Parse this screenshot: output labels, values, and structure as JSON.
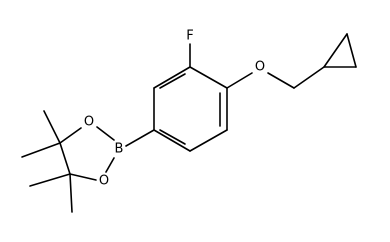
{
  "structure": {
    "atoms": {
      "fluorine": "F",
      "ether_oxygen": "O",
      "boron": "B",
      "ring_oxygen_top": "O",
      "ring_oxygen_bottom": "O"
    }
  },
  "colors": {
    "bond": "#000000",
    "background": "#ffffff"
  }
}
